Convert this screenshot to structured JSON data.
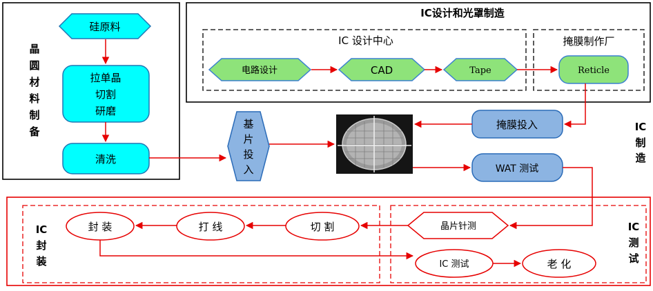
{
  "wafer_material_prep": {
    "side_label": [
      "晶",
      "圆",
      "材",
      "料",
      "制",
      "备"
    ],
    "silicon_raw": "硅原料",
    "crystal_lines": [
      "拉单晶",
      "切割",
      "研磨"
    ],
    "cleaning": "清洗"
  },
  "ic_design_mask": {
    "title": "IC设计和光罩制造",
    "design_center_title": "IC 设计中心",
    "circuit_design": "电路设计",
    "cad": "CAD",
    "tape": "Tape",
    "mask_factory_title": "掩膜制作厂",
    "reticle": "Reticle"
  },
  "ic_manufacturing": {
    "side_label": [
      "IC",
      "制",
      "造"
    ],
    "substrate_input": [
      "基",
      "片",
      "投",
      "入"
    ],
    "mask_input": "掩膜投入",
    "wat_test": "WAT 测试"
  },
  "ic_packaging": {
    "side_label": [
      "IC",
      "封",
      "装"
    ],
    "package": "封 装",
    "wire_bond": "打 线",
    "dicing": "切 割"
  },
  "ic_test": {
    "side_label": [
      "IC",
      "测",
      "试"
    ],
    "wafer_probe": "晶片针测",
    "ic_test_node": "IC 测试",
    "aging": "老 化"
  },
  "colors": {
    "cyan_fill": "#00ffff",
    "cyan_stroke": "#1f77b4",
    "green_fill": "#8ee37a",
    "green_stroke": "#3a7fd0",
    "blue_fill": "#8cb4e2",
    "arrow_red": "#e60000",
    "black": "#000000"
  }
}
